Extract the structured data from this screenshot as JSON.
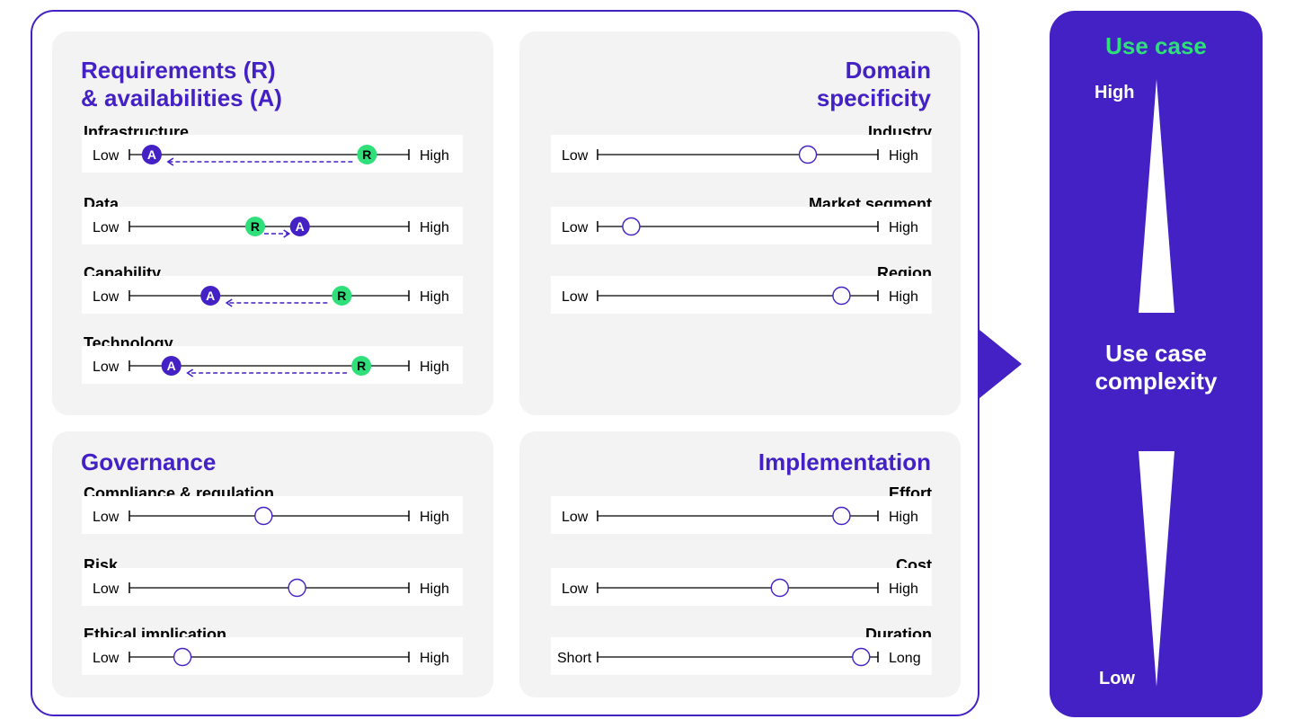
{
  "colors": {
    "accent": "#4321c4",
    "requirement": "#2fe07a",
    "panel_bg": "#f3f3f3"
  },
  "requirements": {
    "title_line1": "Requirements (R)",
    "title_line2": "& availabilities (A)",
    "rows": [
      {
        "label": "Infrastructure",
        "low": "Low",
        "high": "High",
        "r": 0.85,
        "a": 0.08,
        "direction": "to-A"
      },
      {
        "label": "Data",
        "low": "Low",
        "high": "High",
        "r": 0.45,
        "a": 0.61,
        "direction": "to-A"
      },
      {
        "label": "Capability",
        "low": "Low",
        "high": "High",
        "r": 0.76,
        "a": 0.29,
        "direction": "to-A"
      },
      {
        "label": "Technology",
        "low": "Low",
        "high": "High",
        "r": 0.83,
        "a": 0.15,
        "direction": "to-A"
      }
    ],
    "r_marker": "R",
    "a_marker": "A"
  },
  "domain": {
    "title_line1": "Domain",
    "title_line2": "specificity",
    "rows": [
      {
        "label": "Industry",
        "low": "Low",
        "high": "High",
        "value": 0.75
      },
      {
        "label": "Market segment",
        "low": "Low",
        "high": "High",
        "value": 0.12
      },
      {
        "label": "Region",
        "low": "Low",
        "high": "High",
        "value": 0.87
      }
    ]
  },
  "governance": {
    "title": "Governance",
    "rows": [
      {
        "label": "Compliance & regulation",
        "low": "Low",
        "high": "High",
        "value": 0.48
      },
      {
        "label": "Risk",
        "low": "Low",
        "high": "High",
        "value": 0.6
      },
      {
        "label": "Ethical implication",
        "low": "Low",
        "high": "High",
        "value": 0.19
      }
    ]
  },
  "implementation": {
    "title": "Implementation",
    "rows": [
      {
        "label": "Effort",
        "low": "Low",
        "high": "High",
        "value": 0.87
      },
      {
        "label": "Cost",
        "low": "Low",
        "high": "High",
        "value": 0.65
      },
      {
        "label": "Duration",
        "low": "Short",
        "high": "Long",
        "value": 0.94
      }
    ]
  },
  "use_case": {
    "title": "Use case",
    "high": "High",
    "low": "Low",
    "center_line1": "Use case",
    "center_line2": "complexity"
  }
}
